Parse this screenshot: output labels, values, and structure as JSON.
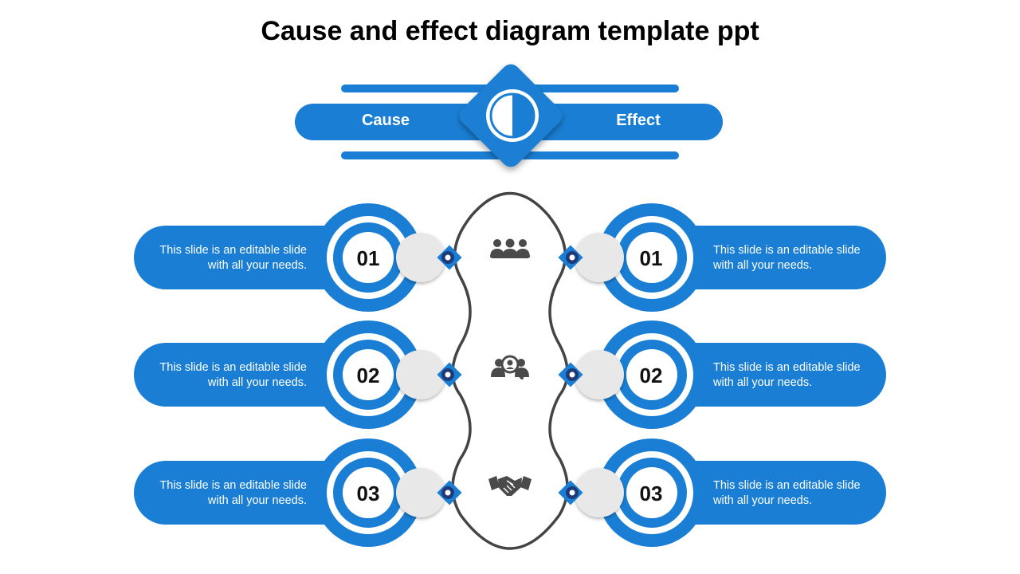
{
  "title": "Cause and effect diagram template ppt",
  "header": {
    "left_label": "Cause",
    "right_label": "Effect",
    "center_icon": "half-circle-icon"
  },
  "colors": {
    "primary": "#1a7fd4",
    "primary_dark": "#0f6cc0",
    "ring_white": "#ffffff",
    "connector_gray": "#e8e8e8",
    "curve_stroke": "#444444",
    "dot_navy": "#1f3a78",
    "icon_gray": "#4a4a4a"
  },
  "rows": [
    {
      "number": "01",
      "left_text": "This slide is an editable slide with all your needs.",
      "right_text": "This slide is an editable slide with all your needs.",
      "icon": "team-group-icon"
    },
    {
      "number": "02",
      "left_text": "This slide is an editable slide with all your needs.",
      "right_text": "This slide is an editable slide with all your needs.",
      "icon": "people-search-icon"
    },
    {
      "number": "03",
      "left_text": "This slide is an editable slide with all your needs.",
      "right_text": "This slide is an editable slide with all your needs.",
      "icon": "handshake-icon"
    }
  ]
}
